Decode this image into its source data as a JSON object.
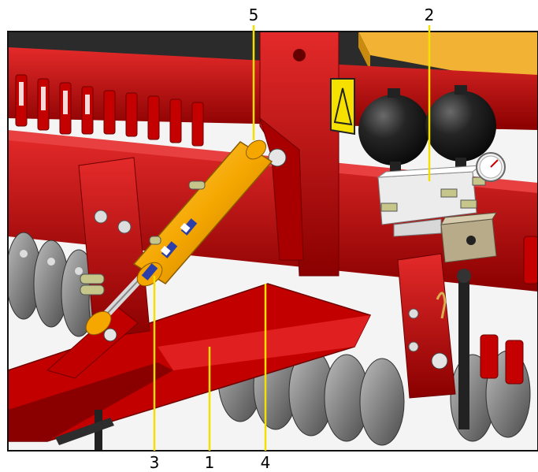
{
  "figure": {
    "callouts": [
      {
        "id": "5",
        "label": "5"
      },
      {
        "id": "2",
        "label": "2"
      },
      {
        "id": "3",
        "label": "3"
      },
      {
        "id": "1",
        "label": "1"
      },
      {
        "id": "4",
        "label": "4"
      }
    ],
    "colors": {
      "frame": "#b80000",
      "frame_dark": "#6e0000",
      "frame_light": "#e12a2a",
      "cylinder": "#f5a700",
      "callout_line": "#f4e000",
      "hopper": "#f2b233",
      "accumulator": "#151515",
      "valve_block": "#e8e8e8",
      "disc": "#7d7d7d"
    },
    "icons": [
      "warning-sign-icon",
      "pressure-gauge-icon",
      "coupler-icon"
    ]
  }
}
